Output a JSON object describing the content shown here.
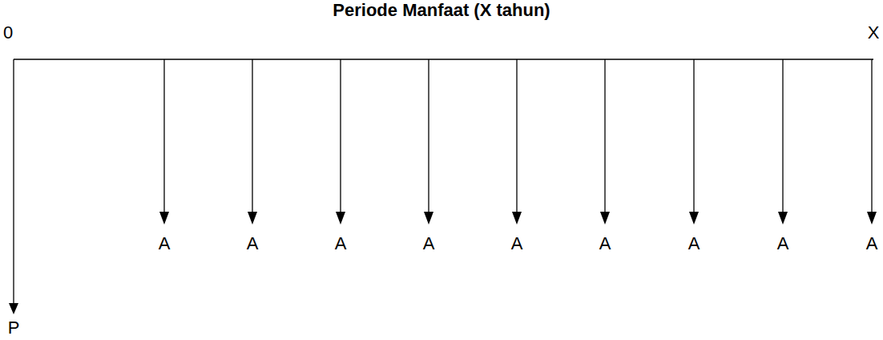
{
  "diagram": {
    "title": "Periode Manfaat (X tahun)",
    "labels": [
      "0",
      "X",
      "A",
      "A",
      "A",
      "A",
      "A",
      "A",
      "A",
      "A",
      "A",
      "P"
    ]
  }
}
